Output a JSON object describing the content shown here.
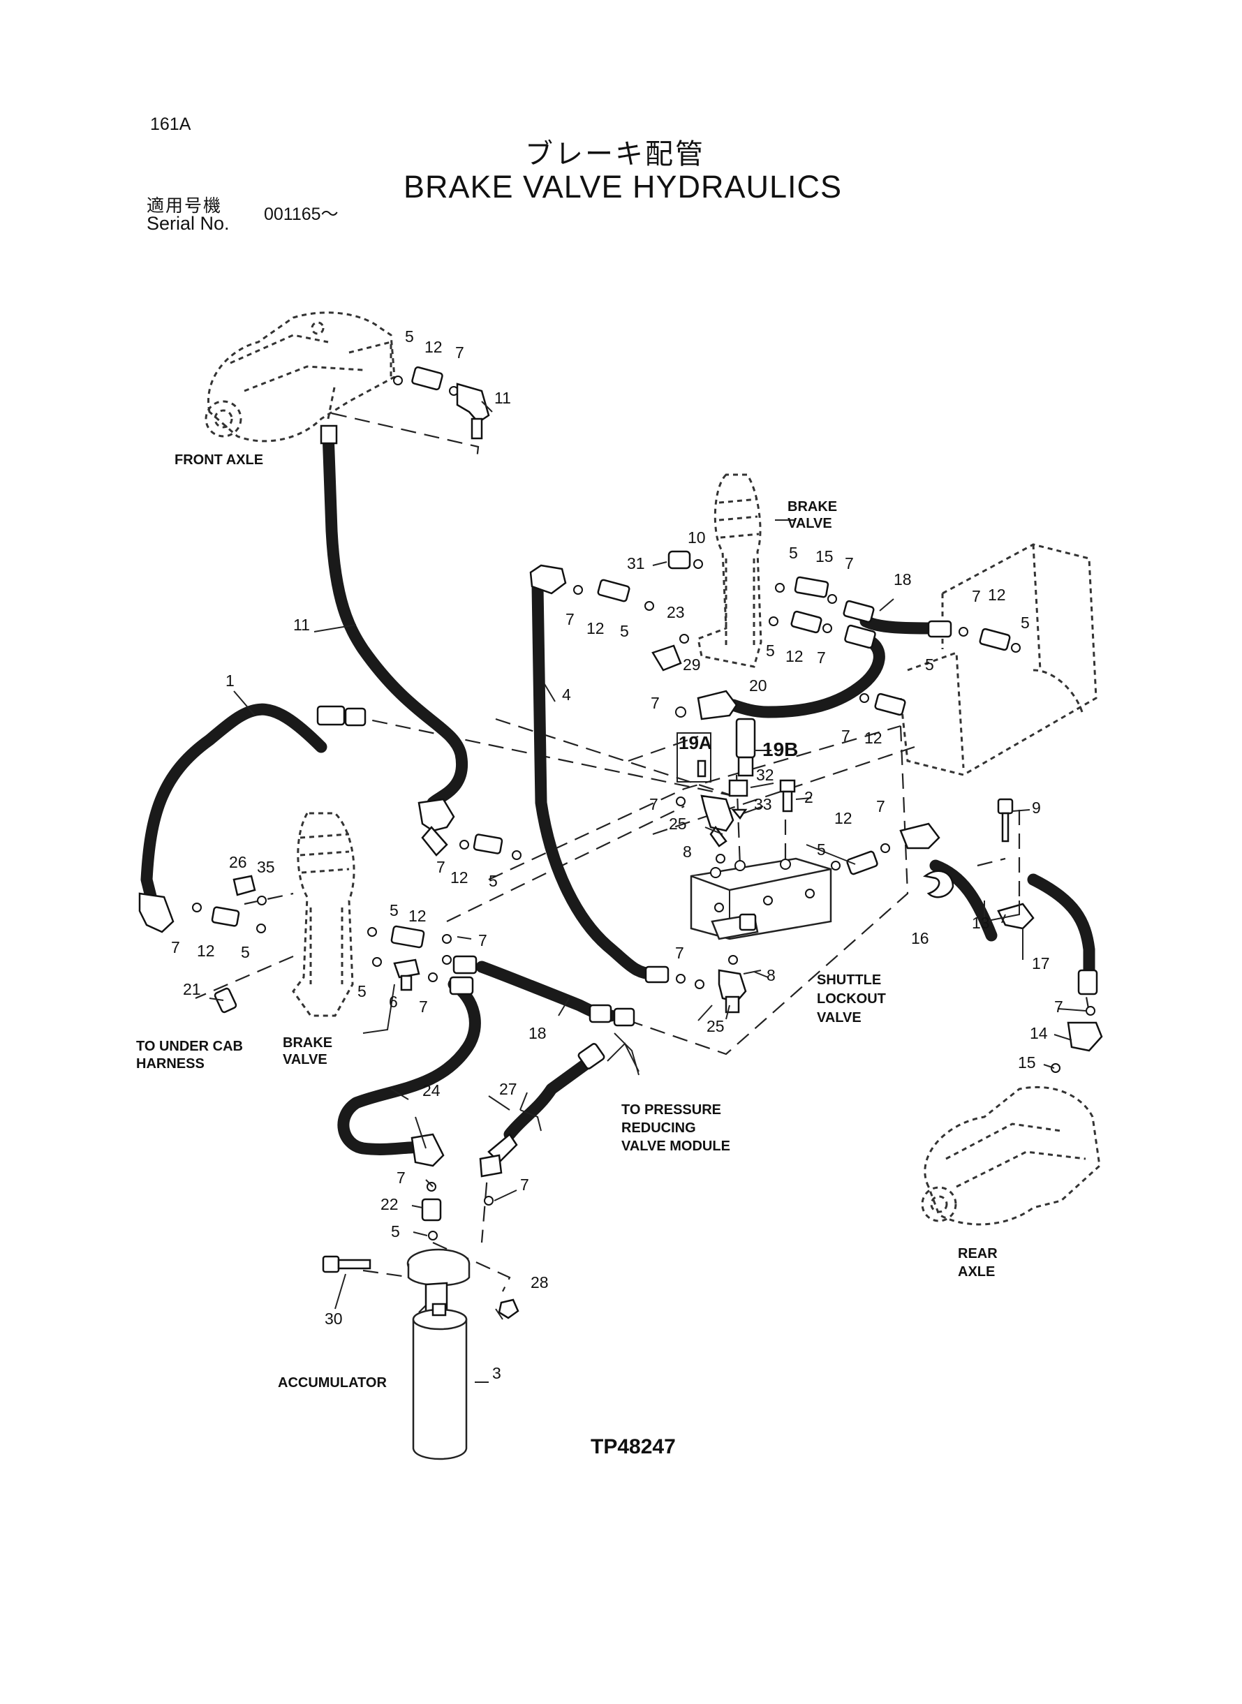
{
  "header": {
    "page_number": "161A",
    "title_jp": "ブレーキ配管",
    "title_en": "BRAKE VALVE HYDRAULICS",
    "serial_label_jp": "適用号機",
    "serial_label_en": "Serial No.",
    "serial_value": "001165～"
  },
  "drawing_number": "TP48247",
  "labels": {
    "front_axle": "FRONT AXLE",
    "brake_valve_top_1": "BRAKE",
    "brake_valve_top_2": "VALVE",
    "brake_valve_left_1": "BRAKE",
    "brake_valve_left_2": "VALVE",
    "to_under_cab_1": "TO UNDER CAB",
    "to_under_cab_2": "HARNESS",
    "shuttle_1": "SHUTTLE",
    "shuttle_2": "LOCKOUT",
    "shuttle_3": "VALVE",
    "to_pressure_1": "TO PRESSURE",
    "to_pressure_2": "REDUCING",
    "to_pressure_3": "VALVE MODULE",
    "rear_axle_1": "REAR",
    "rear_axle_2": "AXLE",
    "accumulator": "ACCUMULATOR"
  },
  "part_numbers": {
    "p5_fa": "5",
    "p12_fa": "12",
    "p7_fa": "7",
    "p11_fa": "11",
    "p11_hose": "11",
    "p1": "1",
    "p4": "4",
    "p10": "10",
    "p31": "31",
    "p23": "23",
    "p29": "29",
    "p7_bv1": "7",
    "p12_bv1": "12",
    "p5_bv1": "5",
    "p5_bv2": "5",
    "p15_bv": "15",
    "p7_bv2": "7",
    "p18_top": "18",
    "p5_bv3": "5",
    "p12_bv3": "12",
    "p7_bv3": "7",
    "p7_ra": "7",
    "p12_ra": "12",
    "p5_ra": "5",
    "p5_ra2": "5",
    "p20": "20",
    "p7_20": "7",
    "p7_mid": "7",
    "p12_mid": "12",
    "p19a": "19A",
    "p19b": "19B",
    "p32": "32",
    "p2": "2",
    "p33": "33",
    "p7_sv": "7",
    "p25_top": "25",
    "p8_top": "8",
    "p12_sv": "12",
    "p5_sv": "5",
    "p7_sv2": "7",
    "p7_h11": "7",
    "p12_h11": "12",
    "p5_h11": "5",
    "p26": "26",
    "p35": "35",
    "p7_left": "7",
    "p12_left": "12",
    "p5_left": "5",
    "p21": "21",
    "p5_lbv": "5",
    "p12_lbv": "12",
    "p7_lbv": "7",
    "p5_lbv2": "5",
    "p6": "6",
    "p7_lbv2": "7",
    "p18_bottom": "18",
    "p24": "24",
    "p7_sh": "7",
    "p8_bottom": "8",
    "p25_bottom": "25",
    "p27": "27",
    "p9": "9",
    "p16": "16",
    "p13": "13",
    "p17": "17",
    "p7_r": "7",
    "p14": "14",
    "p15_r": "15",
    "p7_acc1": "7",
    "p22": "22",
    "p5_acc": "5",
    "p7_acc2": "7",
    "p28": "28",
    "p30": "30",
    "p3": "3"
  }
}
